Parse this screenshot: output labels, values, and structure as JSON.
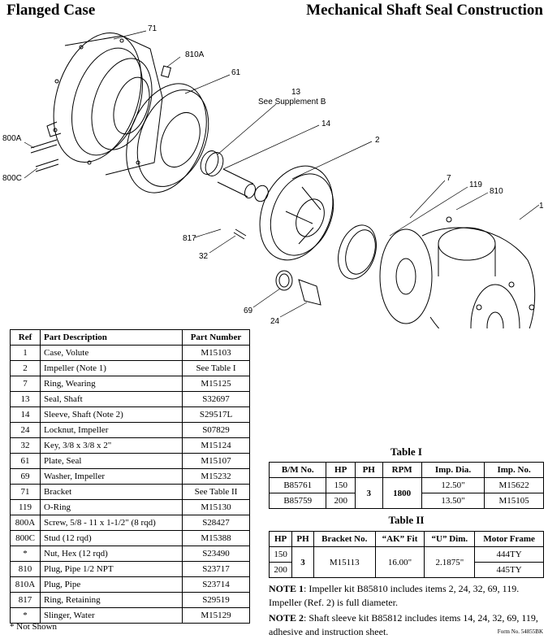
{
  "header": {
    "left_title": "Flanged Case",
    "right_title": "Mechanical Shaft Seal Construction"
  },
  "diagram": {
    "labels": {
      "l71": "71",
      "l810A": "810A",
      "l61": "61",
      "l13": "13",
      "l13b": "See Supplement B",
      "l14": "14",
      "l2": "2",
      "l800A": "800A",
      "l800C": "800C",
      "l7": "7",
      "l119": "119",
      "l810": "810",
      "l1": "1",
      "l817": "817",
      "l32": "32",
      "l69": "69",
      "l24": "24"
    }
  },
  "parts_table": {
    "headers": [
      "Ref",
      "Part Description",
      "Part Number"
    ],
    "rows": [
      [
        "1",
        "Case, Volute",
        "M15103"
      ],
      [
        "2",
        "Impeller (Note 1)",
        "See Table I"
      ],
      [
        "7",
        "Ring, Wearing",
        "M15125"
      ],
      [
        "13",
        "Seal, Shaft",
        "S32697"
      ],
      [
        "14",
        "Sleeve, Shaft (Note 2)",
        "S29517L"
      ],
      [
        "24",
        "Locknut, Impeller",
        "S07829"
      ],
      [
        "32",
        "Key, 3/8 x 3/8 x 2\"",
        "M15124"
      ],
      [
        "61",
        "Plate, Seal",
        "M15107"
      ],
      [
        "69",
        "Washer, Impeller",
        "M15232"
      ],
      [
        "71",
        "Bracket",
        "See Table II"
      ],
      [
        "119",
        "O-Ring",
        "M15130"
      ],
      [
        "800A",
        "Screw, 5/8 - 11 x 1-1/2\" (8 rqd)",
        "S28427"
      ],
      [
        "800C",
        "Stud (12 rqd)",
        "M15388"
      ],
      [
        "*",
        "Nut, Hex (12 rqd)",
        "S23490"
      ],
      [
        "810",
        "Plug, Pipe 1/2 NPT",
        "S23717"
      ],
      [
        "810A",
        "Plug, Pipe",
        "S23714"
      ],
      [
        "817",
        "Ring, Retaining",
        "S29519"
      ],
      [
        "*",
        "Slinger, Water",
        "M15129"
      ]
    ],
    "footnote": "* Not Shown"
  },
  "table1": {
    "caption": "Table I",
    "headers": [
      "B/M No.",
      "HP",
      "PH",
      "RPM",
      "Imp. Dia.",
      "Imp. No."
    ],
    "r1": {
      "bm": "B85761",
      "hp": "150",
      "dia": "12.50\"",
      "imp": "M15622"
    },
    "r2": {
      "bm": "B85759",
      "hp": "200",
      "dia": "13.50\"",
      "imp": "M15105"
    },
    "ph": "3",
    "rpm": "1800"
  },
  "table2": {
    "caption": "Table II",
    "headers": [
      "HP",
      "PH",
      "Bracket No.",
      "“AK” Fit",
      "“U” Dim.",
      "Motor Frame"
    ],
    "r1": {
      "hp": "150",
      "frame": "444TY"
    },
    "r2": {
      "hp": "200",
      "frame": "445TY"
    },
    "ph": "3",
    "bracket": "M15113",
    "ak": "16.00\"",
    "u": "2.1875\""
  },
  "notes": {
    "n1_label": "NOTE 1",
    "n1_text": ": Impeller kit B85810 includes items 2, 24, 32, 69, 119. Impeller (Ref. 2) is full diameter.",
    "n2_label": "NOTE 2",
    "n2_text": ": Shaft sleeve kit B85812 includes items 14, 24, 32, 69, 119, adhesive and instruction sheet."
  },
  "form_no": "Form No. 54855BK"
}
